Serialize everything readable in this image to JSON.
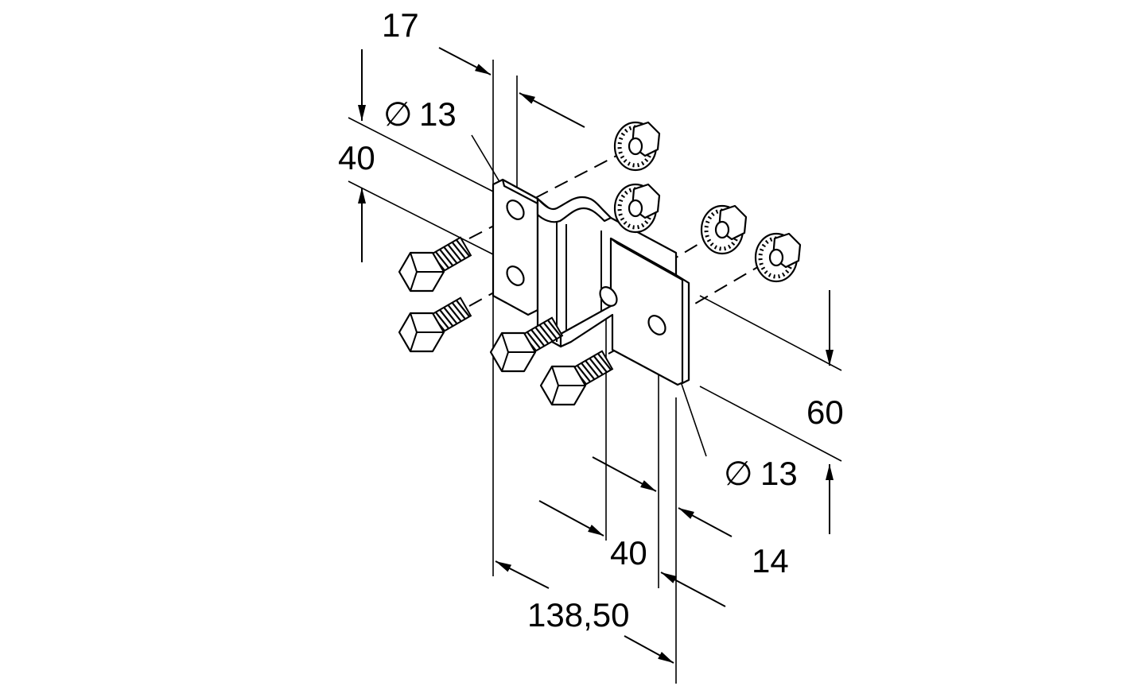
{
  "dimensions": {
    "top_offset": "17",
    "hole_dia_top_symbol": "∅",
    "hole_dia_top_value": "13",
    "left_height": "40",
    "right_height": "60",
    "hole_dia_bottom_symbol": "∅",
    "hole_dia_bottom_value": "13",
    "hole_spacing": "40",
    "edge_distance": "14",
    "overall_length": "138,50"
  },
  "colors": {
    "line": "#000000",
    "background": "#ffffff"
  }
}
